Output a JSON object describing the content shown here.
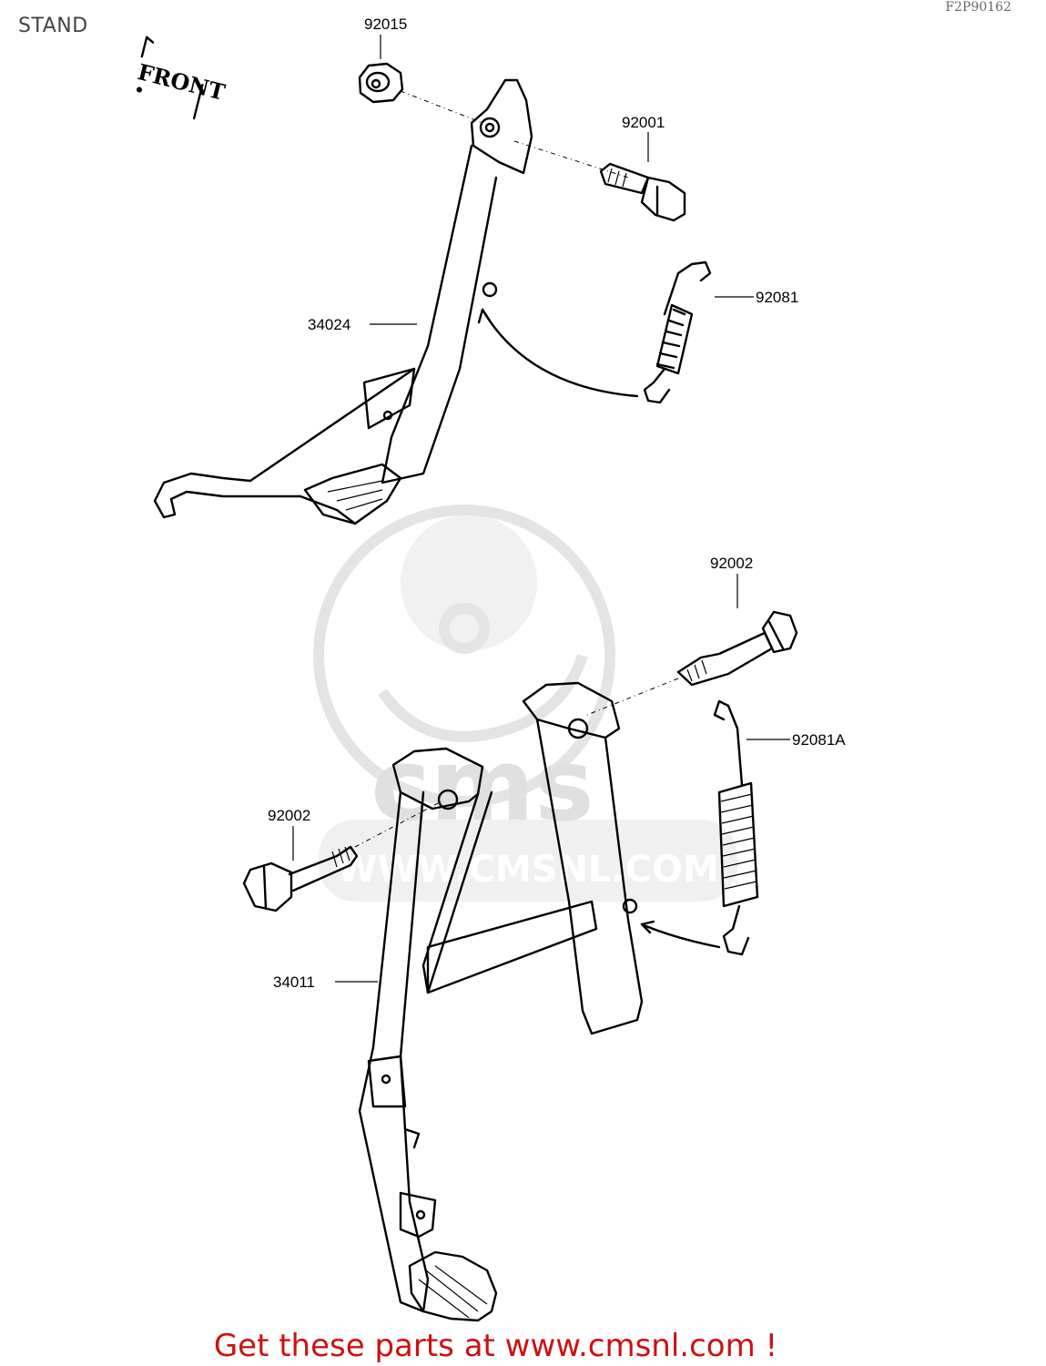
{
  "title": "STAND",
  "ref_code": "F2P90162",
  "watermark": {
    "brand": "cms",
    "url": "WWW.CMSNL.COM"
  },
  "front_tag": "FRONT",
  "parts": [
    {
      "number": "92015"
    },
    {
      "number": "92001"
    },
    {
      "number": "92081"
    },
    {
      "number": "34024"
    },
    {
      "number": "92002"
    },
    {
      "number": "92081A"
    },
    {
      "number": "92002"
    },
    {
      "number": "34011"
    }
  ],
  "footer": {
    "text": "Get these parts at www.cmsnl.com !",
    "color": "#cc1111"
  }
}
